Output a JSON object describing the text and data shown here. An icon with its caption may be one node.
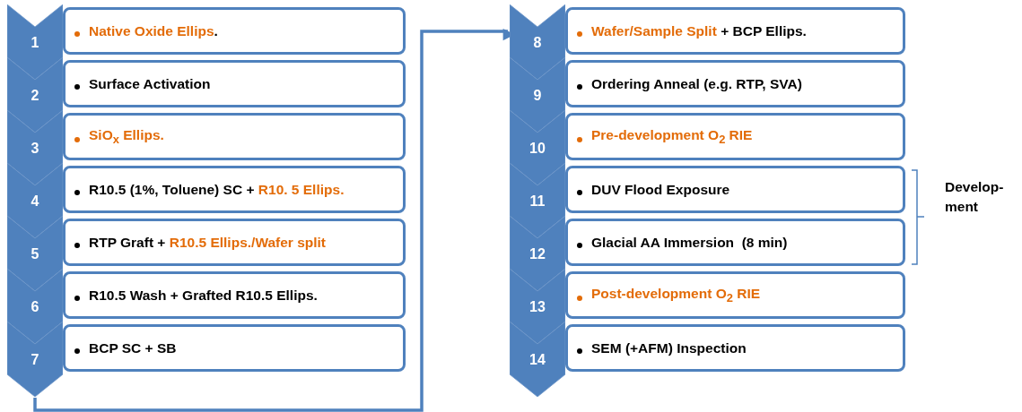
{
  "diagram": {
    "nodes": [
      {
        "text": [
          "1"
        ]
      },
      {
        "text": [
          "Native Oxide Ellips",
          "."
        ]
      },
      {
        "text": [
          "2"
        ]
      },
      {
        "text": [
          "Surface Activation"
        ]
      },
      {
        "text": [
          "3"
        ]
      },
      {
        "text": [
          "SiO$_{x}$ Ellips."
        ]
      },
      {
        "text": [
          "4"
        ]
      },
      {
        "text": [
          "R10.5 (1%, Toluene) SC +",
          "R10. 5 Ellips."
        ]
      },
      {
        "text": [
          "5"
        ]
      },
      {
        "text": [
          "RTP Graft +",
          "R10.5 Ellips./Wafer split"
        ]
      },
      {
        "text": [
          "6"
        ]
      },
      {
        "text": [
          "R10.5 Wash + Grafted R10.5 Ellips."
        ]
      },
      {
        "text": [
          "7"
        ]
      },
      {
        "text": [
          "BCP SC + SB"
        ]
      },
      {
        "text": [
          "8"
        ]
      },
      {
        "text": [
          "Wafer/Sample Split",
          "+ BCP Ellips."
        ]
      },
      {
        "text": [
          "9"
        ]
      },
      {
        "text": [
          "Ordering Anneal (e.g. RTP, SVA)"
        ]
      },
      {
        "text": [
          "10"
        ]
      },
      {
        "text": [
          "Pre-development O$_{2}$ RIE"
        ]
      },
      {
        "text": [
          "11"
        ]
      },
      {
        "text": [
          "DUV Flood Exposure"
        ]
      },
      {
        "text": [
          "12"
        ]
      },
      {
        "text": [
          "Glacial AA Immersion  (8 min)"
        ]
      },
      {
        "text": [
          "13"
        ]
      },
      {
        "text": [
          "Post-development O$_{2}$ RIE"
        ]
      },
      {
        "text": [
          "14"
        ]
      },
      {
        "text": [
          "SEM (+AFM) Inspection"
        ]
      }
    ],
    "edges": [
      {
        "from": 12,
        "to": 14,
        "arrow": "to"
      }
    ],
    "labels": [
      "Develop-ment"
    ]
  }
}
